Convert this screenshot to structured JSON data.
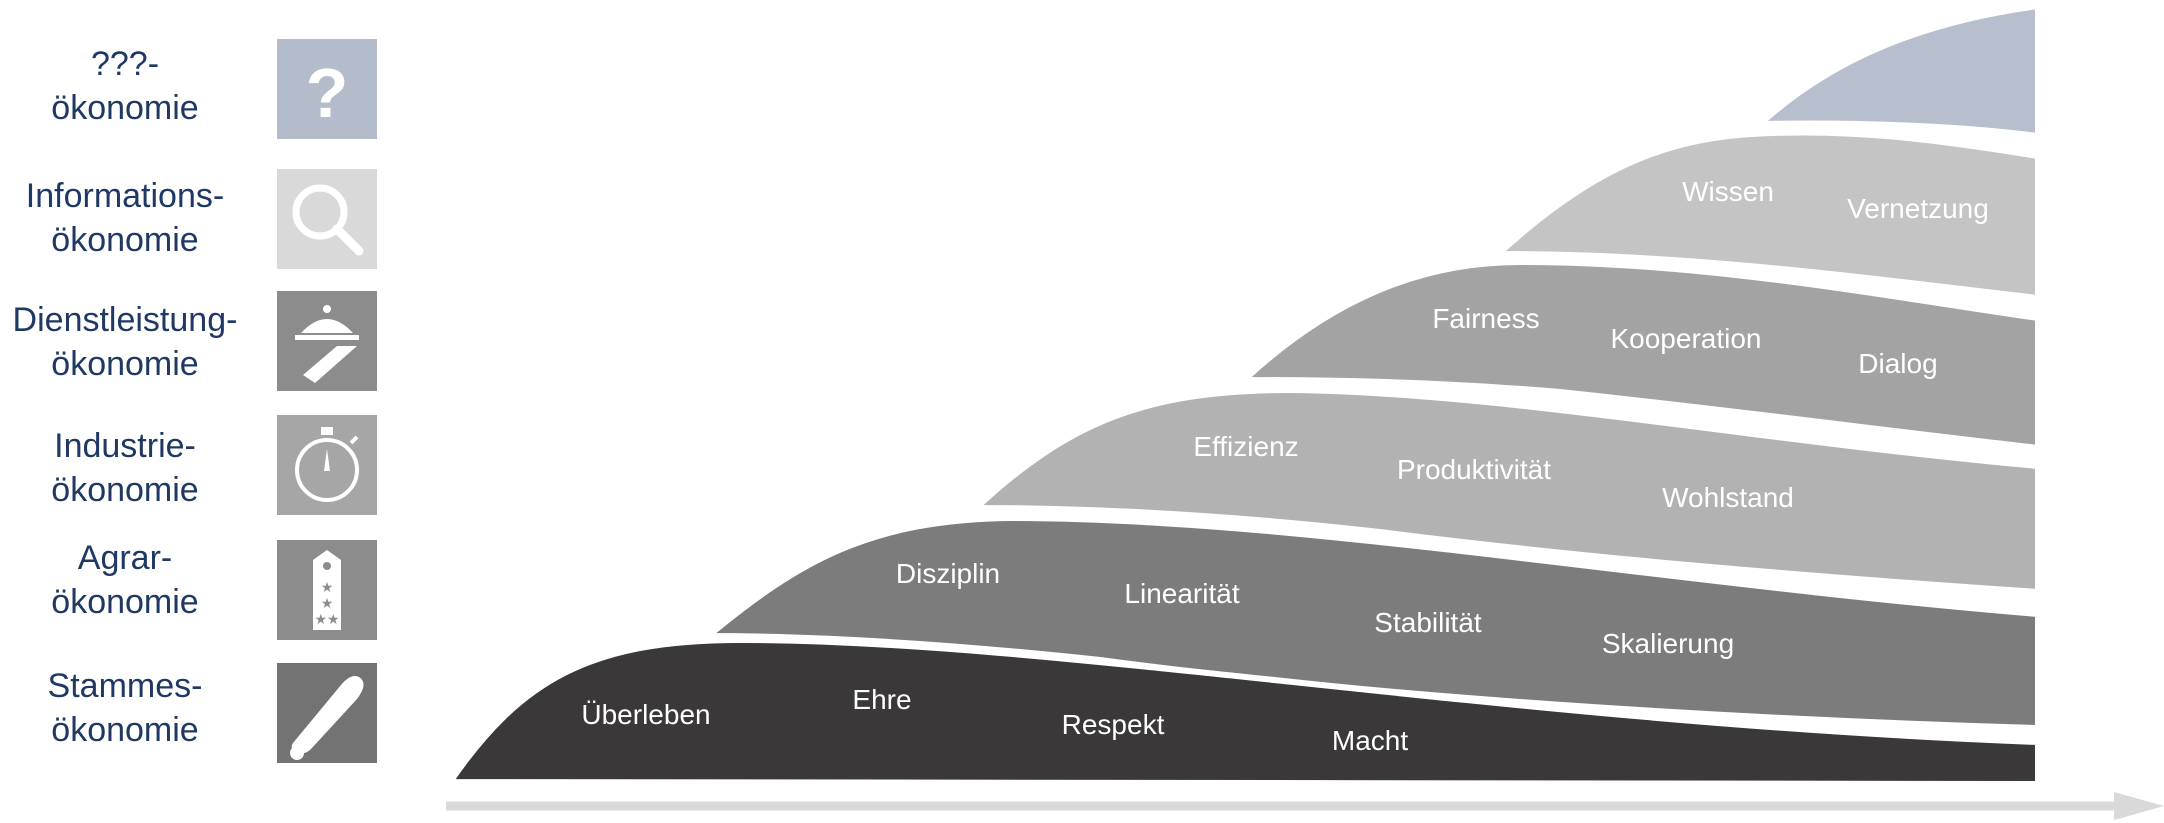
{
  "legend": [
    {
      "line1": "???-",
      "line2": "ökonomie",
      "icon": "question-mark-icon",
      "bg": "#b4bccb"
    },
    {
      "line1": "Informations-",
      "line2": "ökonomie",
      "icon": "magnifier-icon",
      "bg": "#d9d9d9"
    },
    {
      "line1": "Dienstleistung-",
      "line2": "ökonomie",
      "icon": "serving-cloche-icon",
      "bg": "#8c8c8c"
    },
    {
      "line1": "Industrie-",
      "line2": "ökonomie",
      "icon": "stopwatch-icon",
      "bg": "#a6a6a6"
    },
    {
      "line1": "Agrar-",
      "line2": "ökonomie",
      "icon": "rank-epaulette-icon",
      "bg": "#8c8c8c"
    },
    {
      "line1": "Stammes-",
      "line2": "ökonomie",
      "icon": "club-icon",
      "bg": "#737373"
    }
  ],
  "waves": [
    {
      "color": "#b7bfcf",
      "words": []
    },
    {
      "color": "#c4c4c4",
      "words": [
        "Wissen",
        "Vernetzung"
      ]
    },
    {
      "color": "#a3a3a3",
      "words": [
        "Fairness",
        "Kooperation",
        "Dialog"
      ]
    },
    {
      "color": "#b2b2b2",
      "words": [
        "Effizienz",
        "Produktivität",
        "Wohlstand"
      ]
    },
    {
      "color": "#7c7c7c",
      "words": [
        "Disziplin",
        "Linearität",
        "Stabilität",
        "Skalierung"
      ]
    },
    {
      "color": "#3a3838",
      "words": [
        "Überleben",
        "Ehre",
        "Respekt",
        "Macht"
      ]
    }
  ],
  "arrow_color": "#d9d9d9"
}
